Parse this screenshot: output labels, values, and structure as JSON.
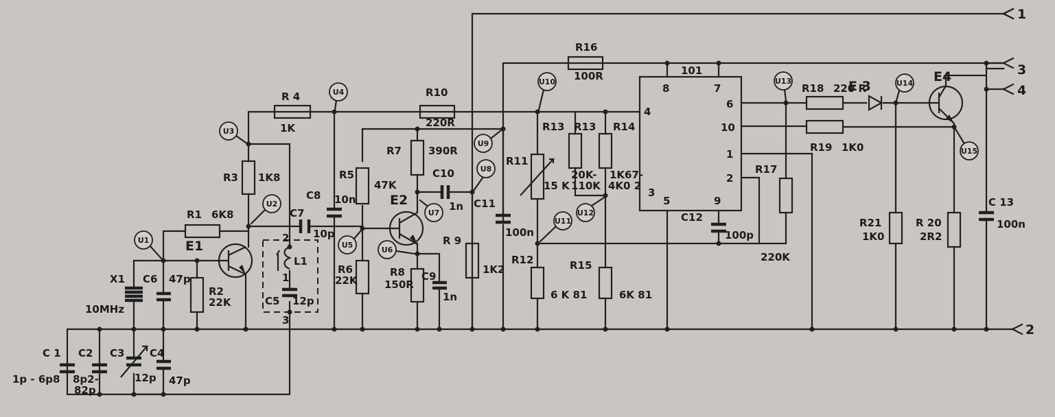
{
  "components": {
    "R1": {
      "ref": "R1",
      "value": "6K8"
    },
    "R2": {
      "ref": "R2",
      "value": "22K"
    },
    "R3": {
      "ref": "R3",
      "value": "1K8"
    },
    "R4": {
      "ref": "R 4",
      "value": "1K"
    },
    "R5": {
      "ref": "R5",
      "value": "47K"
    },
    "R6": {
      "ref": "R6",
      "value": "22K"
    },
    "R7": {
      "ref": "R7",
      "value": "390R"
    },
    "R8": {
      "ref": "R8",
      "value": "150R"
    },
    "R9": {
      "ref": "R 9",
      "value": "1K2"
    },
    "R10": {
      "ref": "R10",
      "value": "220R"
    },
    "R11": {
      "ref": "R11",
      "value": "15 K"
    },
    "R12": {
      "ref": "R12",
      "value": "6 K 81"
    },
    "R13a": {
      "ref": "R13",
      "value": ""
    },
    "R13b": {
      "ref": "R13",
      "value": "20K-\n110K"
    },
    "R14": {
      "ref": "R14",
      "value": "1K67-\n4K0 2"
    },
    "R15": {
      "ref": "R15",
      "value": "6K 81"
    },
    "R16": {
      "ref": "R16",
      "value": "100R"
    },
    "R17": {
      "ref": "R17",
      "value": "220K"
    },
    "R18": {
      "ref": "R18",
      "value": "220 R"
    },
    "R19": {
      "ref": "R19",
      "value": "1K0"
    },
    "R20": {
      "ref": "R 20",
      "value": "2R2"
    },
    "R21": {
      "ref": "R21",
      "value": "1K0"
    },
    "C1": {
      "ref": "C 1",
      "value": "1p - 6p8"
    },
    "C2": {
      "ref": "C2",
      "value": "8p2-\n82p"
    },
    "C3": {
      "ref": "C3",
      "value": "12p"
    },
    "C4": {
      "ref": "C4",
      "value": "47p"
    },
    "C5": {
      "ref": "C5",
      "value": "12p"
    },
    "C6": {
      "ref": "C6",
      "value": "47p"
    },
    "C7": {
      "ref": "C7",
      "value": "10p"
    },
    "C8": {
      "ref": "C8",
      "value": "10n"
    },
    "C9": {
      "ref": "C9",
      "value": "1n"
    },
    "C10": {
      "ref": "C10",
      "value": "1n"
    },
    "C11": {
      "ref": "C11",
      "value": "100n"
    },
    "C12": {
      "ref": "C12",
      "value": "100p"
    },
    "C13": {
      "ref": "C 13",
      "value": "100n"
    },
    "X1": {
      "ref": "X1",
      "value": "10MHz"
    },
    "L1": {
      "ref": "L1"
    },
    "E1": {
      "ref": "E1"
    },
    "E2": {
      "ref": "E2"
    },
    "E3": {
      "ref": "E 3"
    },
    "E4": {
      "ref": "E4"
    },
    "IC": {
      "ref": "101",
      "pins": [
        "8",
        "7",
        "4",
        "6",
        "10",
        "1",
        "2",
        "3",
        "5",
        "9"
      ]
    }
  },
  "coil_pins": [
    "2",
    "1",
    "3"
  ],
  "test_points": [
    "U1",
    "U2",
    "U3",
    "U4",
    "U5",
    "U6",
    "U7",
    "U8",
    "U9",
    "U10",
    "U11",
    "U12",
    "U13",
    "U14",
    "U15"
  ],
  "terminals": [
    "1",
    "2",
    "3",
    "4"
  ]
}
